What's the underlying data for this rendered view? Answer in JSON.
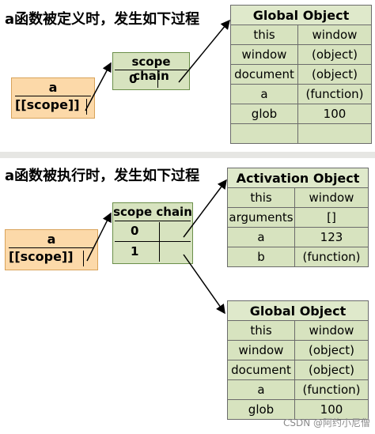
{
  "top": {
    "heading": "a函数被定义时，发生如下过程",
    "function_box": {
      "name": "a",
      "scope": "[[scope]]"
    },
    "scope_chain": {
      "title": "scope chain",
      "rows": [
        "0"
      ]
    },
    "global_object": {
      "title": "Global Object",
      "rows": [
        [
          "this",
          "window"
        ],
        [
          "window",
          "(object)"
        ],
        [
          "document",
          "(object)"
        ],
        [
          "a",
          "(function)"
        ],
        [
          "glob",
          "100"
        ],
        [
          "",
          ""
        ]
      ]
    }
  },
  "bottom": {
    "heading": "a函数被执行时，发生如下过程",
    "function_box": {
      "name": "a",
      "scope": "[[scope]]"
    },
    "scope_chain": {
      "title": "scope chain",
      "rows": [
        "0",
        "1"
      ]
    },
    "activation_object": {
      "title": "Activation Object",
      "rows": [
        [
          "this",
          "window"
        ],
        [
          "arguments",
          "[]"
        ],
        [
          "a",
          "123"
        ],
        [
          "b",
          "(function)"
        ]
      ]
    },
    "global_object": {
      "title": "Global Object",
      "rows": [
        [
          "this",
          "window"
        ],
        [
          "window",
          "(object)"
        ],
        [
          "document",
          "(object)"
        ],
        [
          "a",
          "(function)"
        ],
        [
          "glob",
          "100"
        ]
      ]
    }
  },
  "watermark": "CSDN @阿约小尼僧"
}
